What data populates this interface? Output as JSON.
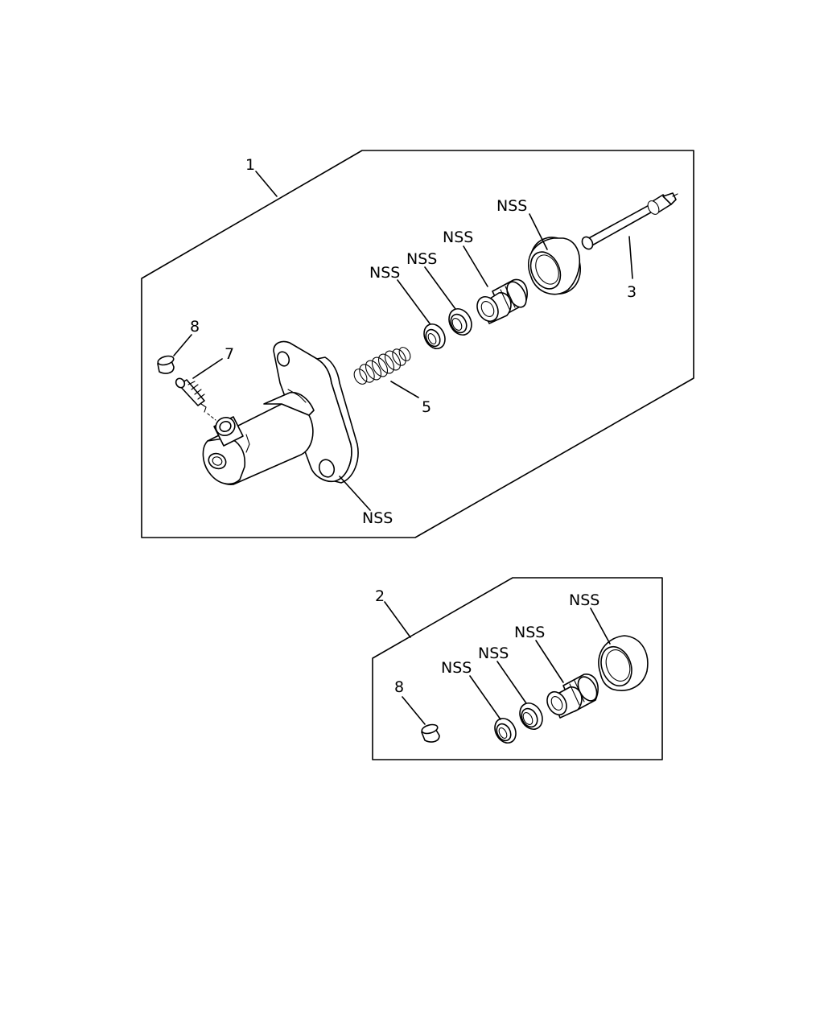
{
  "labels": {
    "kit1_num": "1",
    "kit2_num": "2",
    "push_rod_num": "3",
    "spring_num": "5",
    "bleeder_num": "7",
    "cap_num": "8",
    "cap2_num": "8",
    "nss": "NSS"
  }
}
